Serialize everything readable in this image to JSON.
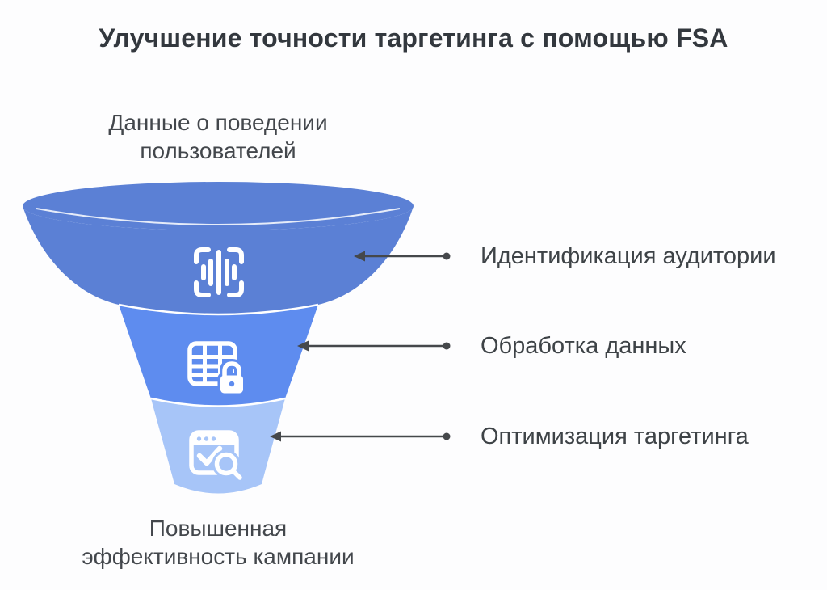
{
  "title": "Улучшение точности таргетинга с помощью FSA",
  "colors": {
    "background": "#fdfdfe",
    "title_text": "#33383e",
    "label_text": "#3e4347",
    "connector": "#45484b",
    "stage_top": "#5b80d5",
    "stage_middle": "#5e8cef",
    "stage_bottom": "#a7c5f8"
  },
  "funnel": {
    "input_label": "Данные о поведении\nпользователей",
    "output_label": "Повышенная\nэффективность кампании",
    "stages": [
      {
        "label": "Идентификация аудитории",
        "icon": "voice-scan-icon",
        "color": "#5b80d5"
      },
      {
        "label": "Обработка данных",
        "icon": "table-lock-icon",
        "color": "#5e8cef"
      },
      {
        "label": "Оптимизация таргетинга",
        "icon": "browser-check-search-icon",
        "color": "#a7c5f8"
      }
    ]
  }
}
